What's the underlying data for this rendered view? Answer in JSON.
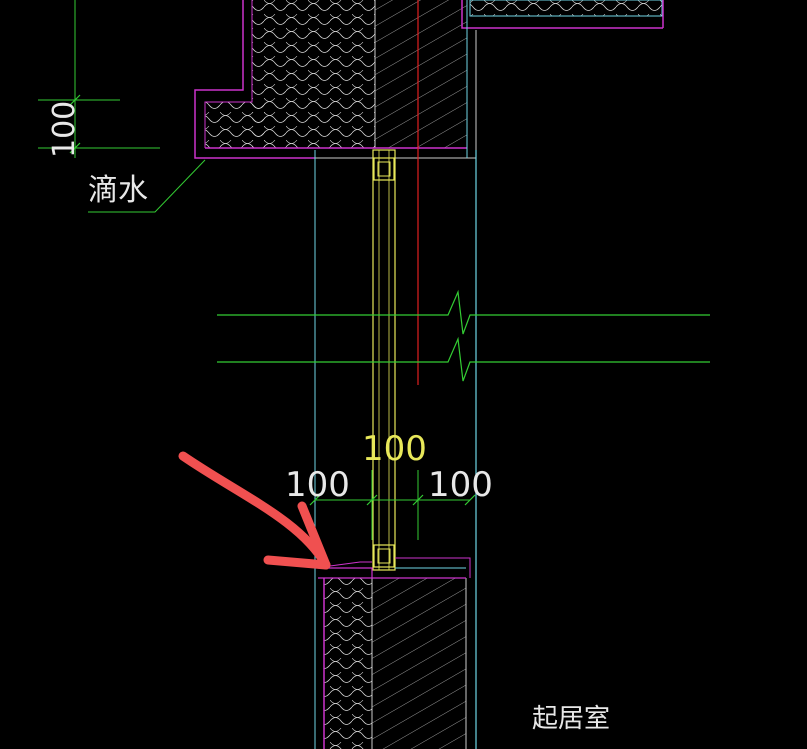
{
  "colors": {
    "background": "#000000",
    "wall_outline": "#cc33cc",
    "dimension": "#33cc33",
    "insulation": "#d8d8d8",
    "hatch": "#c8c8c8",
    "window": "#e8e85a",
    "axis": "#e02020",
    "cyan_line": "#6fd6e6",
    "text": "#e8e8e8",
    "annotation_arrow": "#f05050"
  },
  "labels": {
    "dim_drip_height": "100",
    "drip_label": "滴水",
    "dim_window_width": "100",
    "dim_left_offset": "100",
    "dim_right_offset": "100",
    "room_name": "起居室"
  },
  "icons": {
    "break_symbol": "zigzag-break-icon",
    "annotation": "red-arrow-icon"
  }
}
